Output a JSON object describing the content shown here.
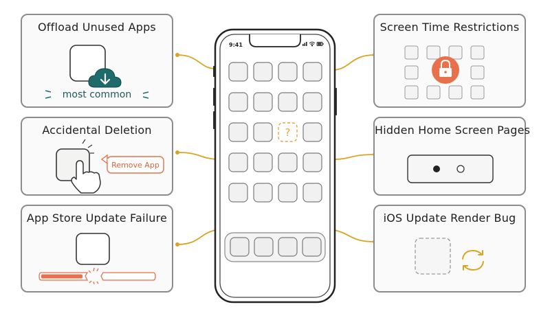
{
  "phone": {
    "status_time": "9:41",
    "missing_app_glyph": "?"
  },
  "cards": {
    "offload": {
      "title": "Offload Unused Apps",
      "badge": "most common"
    },
    "accidental": {
      "title": "Accidental Deletion",
      "popup": "Remove App"
    },
    "app_store": {
      "title": "App Store Update Failure"
    },
    "screen_time": {
      "title": "Screen Time Restrictions"
    },
    "hidden_pages": {
      "title": "Hidden Home Screen Pages"
    },
    "ios_bug": {
      "title": "iOS Update Render Bug"
    }
  },
  "colors": {
    "connector": "#d9a521",
    "teal": "#1d6b6b",
    "orange": "#e8704a",
    "card_border": "#8c8c8c"
  },
  "icons": [
    "cloud-download-icon",
    "lock-icon",
    "tap-hand-icon",
    "refresh-icon",
    "question-icon"
  ]
}
